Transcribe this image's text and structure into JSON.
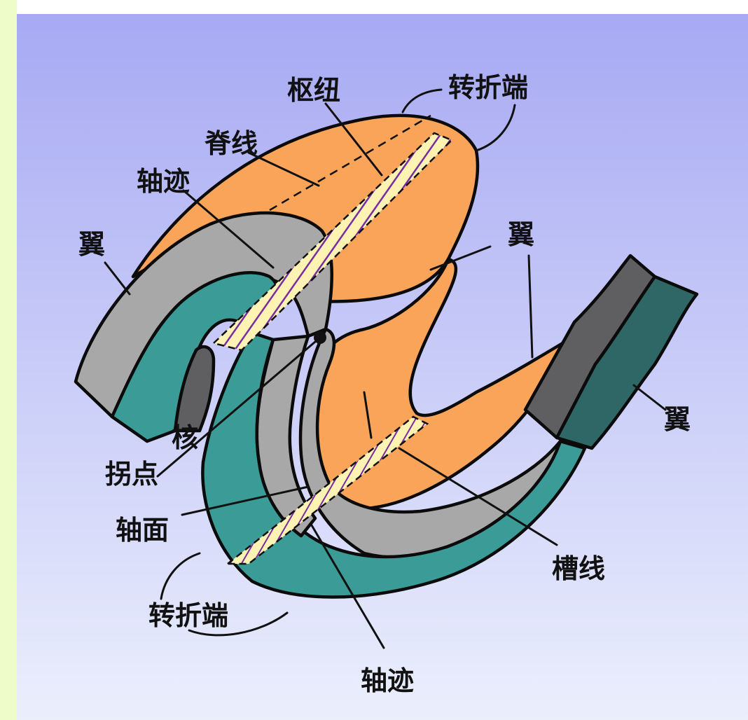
{
  "labels": {
    "hinge": "枢纽",
    "hinge_zone_top": "转折端",
    "crest_line": "脊线",
    "axial_trace_top": "轴迹",
    "limb_left": "翼",
    "limb_middle": "翼",
    "limb_right": "翼",
    "core": "核",
    "inflection_point": "拐点",
    "axial_surface": "轴面",
    "trough_line": "槽线",
    "hinge_zone_bottom": "转折端",
    "axial_trace_bottom": "轴迹"
  },
  "colors": {
    "frame_left_strip": "#eefcc9",
    "background_top": "#a7a9f3",
    "background_bottom": "#ebeffc",
    "orange_layer": "#f9a458",
    "gray_layer": "#a8a8a8",
    "teal_layer": "#3b9b97",
    "dark_gray_layer": "#5f5f61",
    "dark_teal_layer": "#2f6766",
    "axial_stripe_fill": "#fff3b3",
    "axial_stripe_hatch": "#7a2ca1"
  }
}
